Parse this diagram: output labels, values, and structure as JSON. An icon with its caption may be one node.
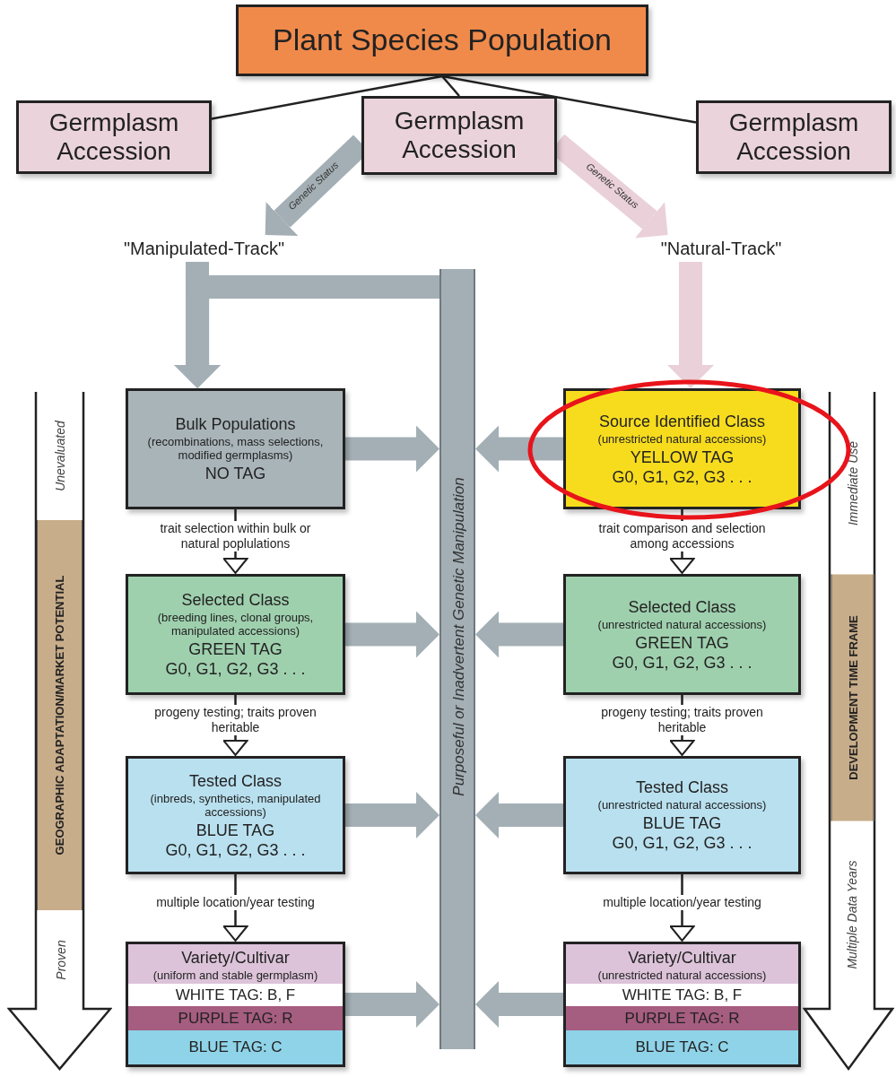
{
  "diagram": {
    "nodes": [
      {
        "text": [
          "Plant Species Population"
        ]
      },
      {
        "text": [
          "Germplasm Accession"
        ]
      },
      {
        "text": [
          "Germplasm Accession"
        ]
      },
      {
        "text": [
          "Germplasm Accession"
        ]
      },
      {
        "text": [
          "\"Manipulated-Track\""
        ]
      },
      {
        "text": [
          "\"Natural-Track\""
        ]
      },
      {
        "text": [
          "Bulk Populations",
          "(recombinations, mass selections, modified germplasms)",
          "NO TAG"
        ]
      },
      {
        "text": [
          "Source Identified Class",
          "(unrestricted natural accessions)",
          "YELLOW TAG",
          "G0, G1, G2, G3 . . ."
        ]
      },
      {
        "text": [
          "Selected Class",
          "(breeding lines, clonal groups, manipulated accessions)",
          "GREEN TAG",
          "G0, G1, G2, G3 . . ."
        ]
      },
      {
        "text": [
          "Selected Class",
          "(unrestricted natural accessions)",
          "GREEN TAG",
          "G0, G1, G2, G3 . . ."
        ]
      },
      {
        "text": [
          "Tested Class",
          "(inbreds, synthetics, manipulated accessions)",
          "BLUE TAG",
          "G0, G1, G2, G3 . . ."
        ]
      },
      {
        "text": [
          "Tested Class",
          "(unrestricted natural accessions)",
          "BLUE TAG",
          "G0, G1, G2, G3 . . ."
        ]
      },
      {
        "text": [
          "Variety/Cultivar",
          "(uniform and stable germplasm)",
          "WHITE TAG: B, F",
          "PURPLE TAG: R",
          "BLUE TAG: C"
        ]
      },
      {
        "text": [
          "Variety/Cultivar",
          "(unrestricted natural accessions)",
          "WHITE TAG: B, F",
          "PURPLE TAG: R",
          "BLUE TAG: C"
        ]
      },
      {
        "text": [
          "Purposeful or Inadvertent Genetic Manipulation"
        ]
      },
      {
        "text": [
          "Unevaluated",
          "GEOGRAPHIC ADAPTATION/MARKET POTENTIAL",
          "Proven"
        ]
      },
      {
        "text": [
          "Immediate Use",
          "DEVELOPMENT TIME FRAME",
          "Multiple Data Years"
        ]
      }
    ],
    "edges": [
      {
        "from": 0,
        "to": 1,
        "arrow": "none",
        "color": "#222222"
      },
      {
        "from": 0,
        "to": 2,
        "arrow": "none",
        "color": "#222222"
      },
      {
        "from": 0,
        "to": 3,
        "arrow": "none",
        "color": "#222222"
      },
      {
        "from": 2,
        "to": 4,
        "arrow": "to",
        "label": "Genetic Status"
      },
      {
        "from": 2,
        "to": 5,
        "arrow": "to",
        "label": "Genetic Status",
        "color": "#ead0d9"
      },
      {
        "from": 4,
        "to": 6,
        "arrow": "to"
      },
      {
        "from": 5,
        "to": 7,
        "arrow": "to",
        "color": "#ead0d9"
      },
      {
        "from": 6,
        "to": 8,
        "arrow": "to",
        "label": "trait selection within bulk or natural poplulations",
        "color": "#222222"
      },
      {
        "from": 6,
        "to": 14,
        "arrow": "to"
      },
      {
        "from": 7,
        "to": 9,
        "arrow": "to",
        "label": "trait comparison and selection among accessions",
        "color": "#222222"
      },
      {
        "from": 7,
        "to": 14,
        "arrow": "to"
      },
      {
        "from": 8,
        "to": 10,
        "arrow": "to",
        "label": "progeny testing; traits proven heritable",
        "color": "#222222"
      },
      {
        "from": 8,
        "to": 14,
        "arrow": "to"
      },
      {
        "from": 9,
        "to": 11,
        "arrow": "to",
        "label": "progeny testing; traits proven heritable",
        "color": "#222222"
      },
      {
        "from": 9,
        "to": 14,
        "arrow": "to"
      },
      {
        "from": 10,
        "to": 12,
        "arrow": "to",
        "label": "multiple location/year testing",
        "color": "#222222"
      },
      {
        "from": 10,
        "to": 14,
        "arrow": "to"
      },
      {
        "from": 11,
        "to": 13,
        "arrow": "to",
        "label": "multiple location/year testing",
        "color": "#222222"
      },
      {
        "from": 11,
        "to": 14,
        "arrow": "to"
      },
      {
        "from": 12,
        "to": 14,
        "arrow": "to"
      },
      {
        "from": 13,
        "to": 14,
        "arrow": "to"
      },
      {
        "from": 14,
        "to": 6,
        "arrow": "to"
      }
    ]
  }
}
